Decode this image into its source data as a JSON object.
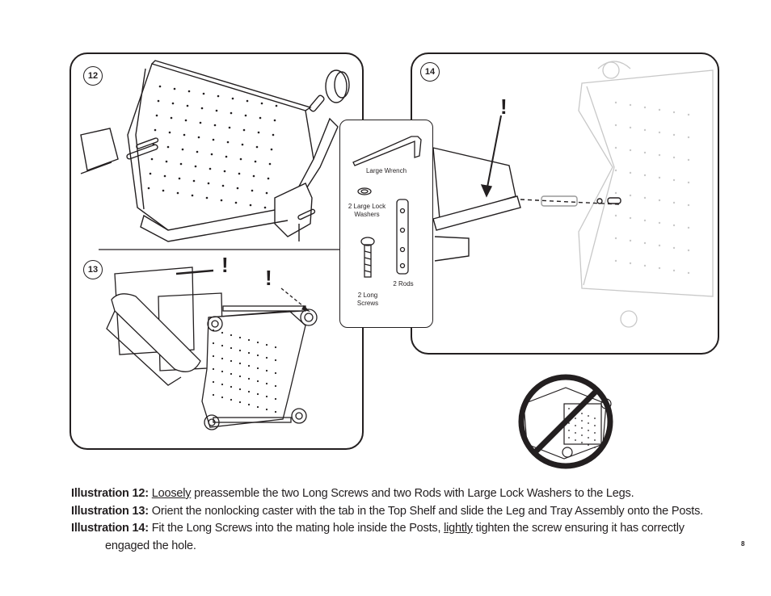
{
  "panels": {
    "p12": {
      "number": "12"
    },
    "p13": {
      "number": "13"
    },
    "p14": {
      "number": "14"
    }
  },
  "hardware": {
    "wrench": "Large Wrench",
    "washers": "2 Large Lock Washers",
    "rods": "2 Rods",
    "screws": "2 Long Screws"
  },
  "warnings": {
    "mark": "!"
  },
  "instructions": [
    {
      "label": "Illustration 12:",
      "u": "Loosely",
      "rest": " preassemble the two Long Screws and two Rods with Large Lock Washers to the Legs."
    },
    {
      "label": "Illustration 13:",
      "rest": " Orient the nonlocking caster with the tab in the Top Shelf and slide the Leg and Tray Assembly onto the Posts."
    },
    {
      "label": "Illustration 14:",
      "pre": " Fit the Long Screws into the mating hole inside the Posts, ",
      "u": "lightly",
      "rest": " tighten the screw ensuring it has correctly",
      "cont": "engaged the hole."
    }
  ],
  "page_number": "8",
  "colors": {
    "ink": "#231f20",
    "fade": "#c8c8c8"
  }
}
